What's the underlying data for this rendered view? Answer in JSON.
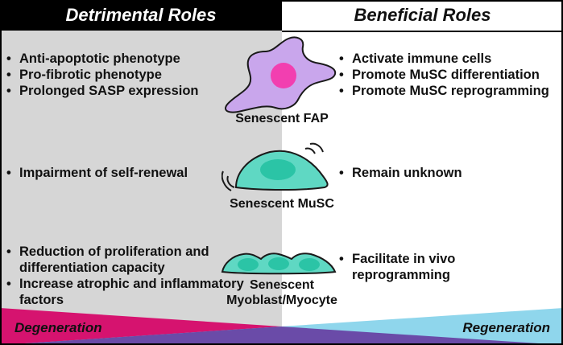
{
  "header": {
    "left_title": "Detrimental Roles",
    "right_title": "Beneficial Roles"
  },
  "rows": [
    {
      "cell_label": "Senescent FAP",
      "detrimental": [
        "Anti-apoptotic phenotype",
        "Pro-fibrotic phenotype",
        "Prolonged SASP expression"
      ],
      "beneficial": [
        "Activate immune cells",
        "Promote MuSC differentiation",
        "Promote MuSC reprogramming"
      ]
    },
    {
      "cell_label": "Senescent MuSC",
      "detrimental": [
        "Impairment of self-renewal"
      ],
      "beneficial": [
        "Remain unknown"
      ]
    },
    {
      "cell_label_line1": "Senescent",
      "cell_label_line2": "Myoblast/Myocyte",
      "detrimental": [
        "Reduction of proliferation and differentiation capacity",
        "Increase atrophic and inflammatory factors"
      ],
      "beneficial": [
        "Facilitate in vivo reprogramming"
      ]
    }
  ],
  "bottom_bar": {
    "left_label": "Degeneration",
    "right_label": "Regeneration"
  },
  "colors": {
    "left_panel": "#d6d6d6",
    "fap_cell": "#c9a6ec",
    "fap_nucleus": "#f23fb0",
    "musc_cell": "#5fd8c3",
    "musc_nucleus": "#2bc4a6",
    "degeneration": "#d6136f",
    "regeneration": "#8fd6ec",
    "overlap": "#6a4ba8"
  }
}
